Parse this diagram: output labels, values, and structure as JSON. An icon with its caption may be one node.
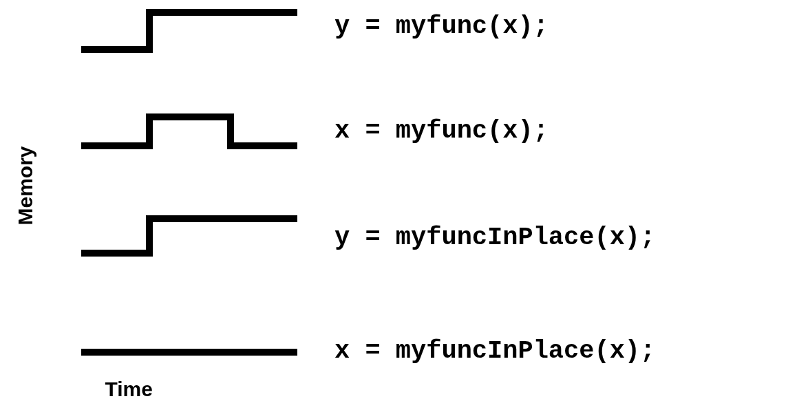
{
  "diagram": {
    "labels": [
      "Memory",
      "y = myfunc(x);",
      "x = myfunc(x);",
      "y = myfuncInPlace(x);",
      "x = myfuncInPlace(x);",
      "Time"
    ]
  }
}
